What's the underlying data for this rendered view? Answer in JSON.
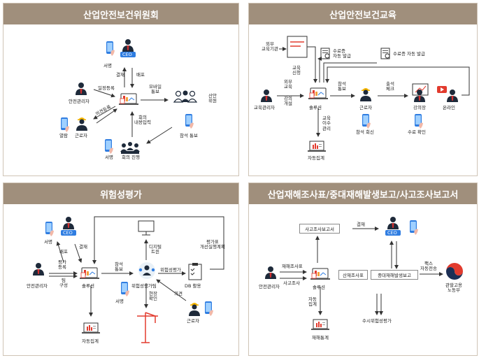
{
  "colors": {
    "header": "#a08f7c",
    "border": "#cfc4b6",
    "accent_blue": "#2f7de1",
    "accent_red": "#e23b2e",
    "navy": "#1c2f55"
  },
  "panel1": {
    "title": "산업안전보건위원회",
    "ceo": "CEO",
    "sign_top": "서명",
    "approve": "결재",
    "distribute": "배포",
    "schedule": "일정등록",
    "mobile_notice": [
      "모바일",
      "통보"
    ],
    "safety_committee": [
      "산안",
      "위원"
    ],
    "safety_manager": "안전관리자",
    "attendance_check": "의견등록",
    "view": "열람",
    "worker": "근로자",
    "minutes_input": [
      "회의",
      "내용입력"
    ],
    "attend_notice": "참석 통보",
    "sign_bottom": "서명",
    "meeting": "회의 진행"
  },
  "panel2": {
    "title": "산업안전보건교육",
    "external": [
      "외부",
      "교육기관"
    ],
    "edu_apply": [
      "교육",
      "신청"
    ],
    "cert_issue": [
      "수료증",
      "자동 발급"
    ],
    "cert_issue2": "수료증 자동 발급",
    "edu_manager": "교육관리자",
    "external_edu": [
      "외부",
      "교육"
    ],
    "lecture_open": [
      "강의",
      "개설"
    ],
    "solution": "솔루션",
    "attend_notice": [
      "참석",
      "통보"
    ],
    "worker": "근로자",
    "attend_check": [
      "출석",
      "체크"
    ],
    "lecture_room": "강의장",
    "online": "온라인",
    "attend_reply": "참석 회신",
    "complete_confirm": "수료 확인",
    "edu_complete_manage": [
      "교육",
      "이수",
      "관리"
    ],
    "auto_aggregate": "자동집계"
  },
  "panel3": {
    "title": "위험성평가",
    "ceo": "CEO",
    "sign_top": "서명",
    "distribute": "배포",
    "approve": "결재",
    "digital_twin": [
      "디지털",
      "트윈"
    ],
    "plan_register": [
      "평가표",
      "개선실행계획"
    ],
    "safety_manager": "안전관리자",
    "eval_register": [
      "평가",
      "등록"
    ],
    "team_compose": [
      "팀",
      "구성"
    ],
    "attend_notice": [
      "참석",
      "통보"
    ],
    "sign_bottom": "서명",
    "solution": "솔루션",
    "evaluator": "위험성평가팀",
    "risk_eval": "위험성평가",
    "db_use": "DB 활용",
    "opinion": "의견",
    "site_confirm": [
      "현장",
      "확인"
    ],
    "worker": "근로자",
    "auto_aggregate": "자동집계"
  },
  "panel4": {
    "title": "산업재해조사표/중대재해발생보고/사고조사보고서",
    "accident_report": "사고조사보고서",
    "approve": "결재",
    "ceo": "CEO",
    "injury_register": "재해조사표",
    "accident_investigation": "사고조사",
    "solution": "솔루션",
    "safety_manager": "안전관리자",
    "injury_doc": "산재조사표",
    "serious_report": "중대재해발생보고",
    "fax_send": [
      "팩스",
      "자동전송"
    ],
    "ministry": [
      "관할고용",
      "노동부"
    ],
    "auto_agg": [
      "자동",
      "집계"
    ],
    "injury_stats": "재해통계",
    "risk_always": "수시위험성평가"
  }
}
